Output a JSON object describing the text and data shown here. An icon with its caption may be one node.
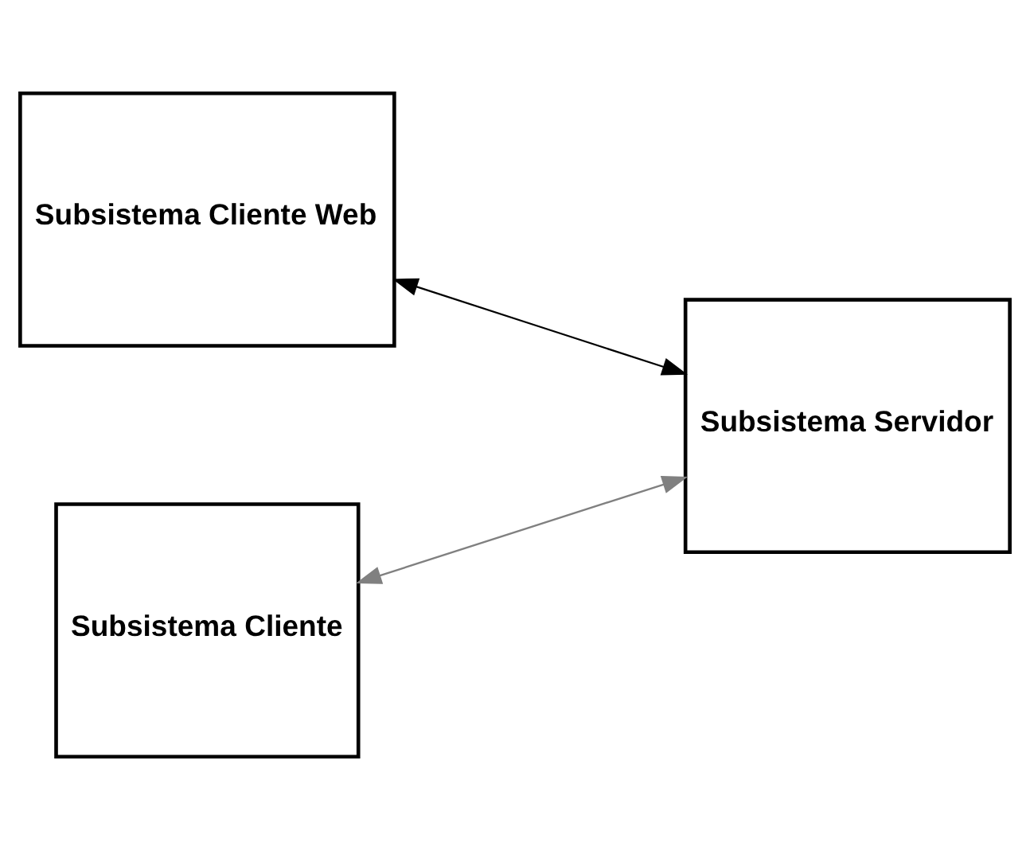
{
  "diagram": {
    "nodes": [
      {
        "text": [
          "Subsistema Cliente Web"
        ]
      },
      {
        "text": [
          "Subsistema Servidor"
        ]
      },
      {
        "text": [
          "Subsistema Cliente"
        ]
      }
    ],
    "edges": [
      {
        "from": 0,
        "to": 1,
        "arrow": "both"
      },
      {
        "from": 2,
        "to": 1,
        "arrow": "both",
        "color": "#808080"
      }
    ]
  }
}
